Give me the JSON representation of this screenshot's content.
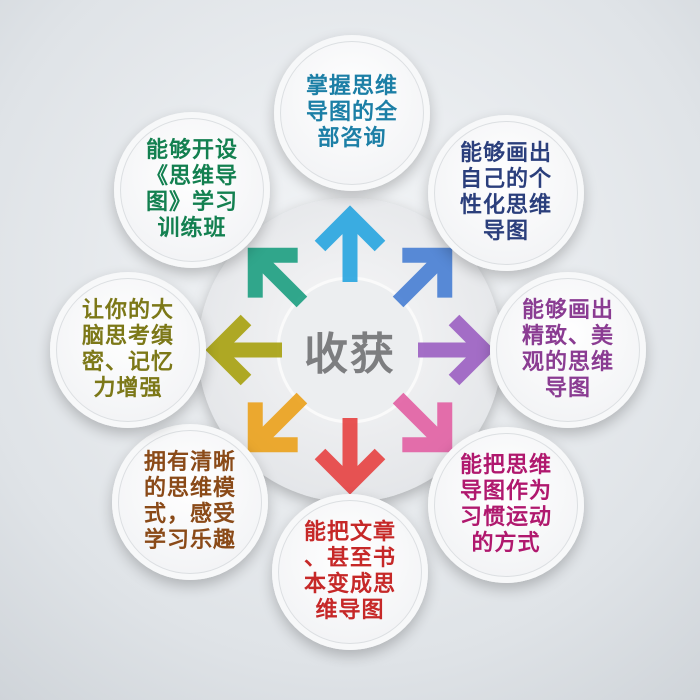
{
  "center": {
    "label": "收获"
  },
  "items": [
    {
      "id": "top",
      "lines": [
        "掌握思维",
        "导图的全",
        "部咨询"
      ],
      "color": "#1c7fa6",
      "arrow_color": "#2aa6e0"
    },
    {
      "id": "top-right",
      "lines": [
        "能够画出",
        "自己的个",
        "性化思维",
        "导图"
      ],
      "color": "#2b3f7c",
      "arrow_color": "#4a80d4"
    },
    {
      "id": "right",
      "lines": [
        "能够画出",
        "精致、美",
        "观的思维",
        "导图"
      ],
      "color": "#8a3c92",
      "arrow_color": "#9c62c2"
    },
    {
      "id": "bottom-right",
      "lines": [
        "能把思维",
        "导图作为",
        "习惯运动",
        "的方式"
      ],
      "color": "#b0186e",
      "arrow_color": "#e262a4"
    },
    {
      "id": "bottom",
      "lines": [
        "能把文章",
        "、甚至书",
        "本变成思",
        "维导图"
      ],
      "color": "#c62828",
      "arrow_color": "#e64444"
    },
    {
      "id": "bottom-left",
      "lines": [
        "拥有清晰",
        "的思维模",
        "式，感受",
        "学习乐趣"
      ],
      "color": "#8a4a18",
      "arrow_color": "#eaa21e"
    },
    {
      "id": "left",
      "lines": [
        "让你的大",
        "脑思考缜",
        "密、记忆",
        "力增强"
      ],
      "color": "#7c7818",
      "arrow_color": "#a8a212"
    },
    {
      "id": "top-left",
      "lines": [
        "能够开设",
        "《思维导",
        "图》学习",
        "训练班"
      ],
      "color": "#138050",
      "arrow_color": "#1fa082"
    }
  ]
}
